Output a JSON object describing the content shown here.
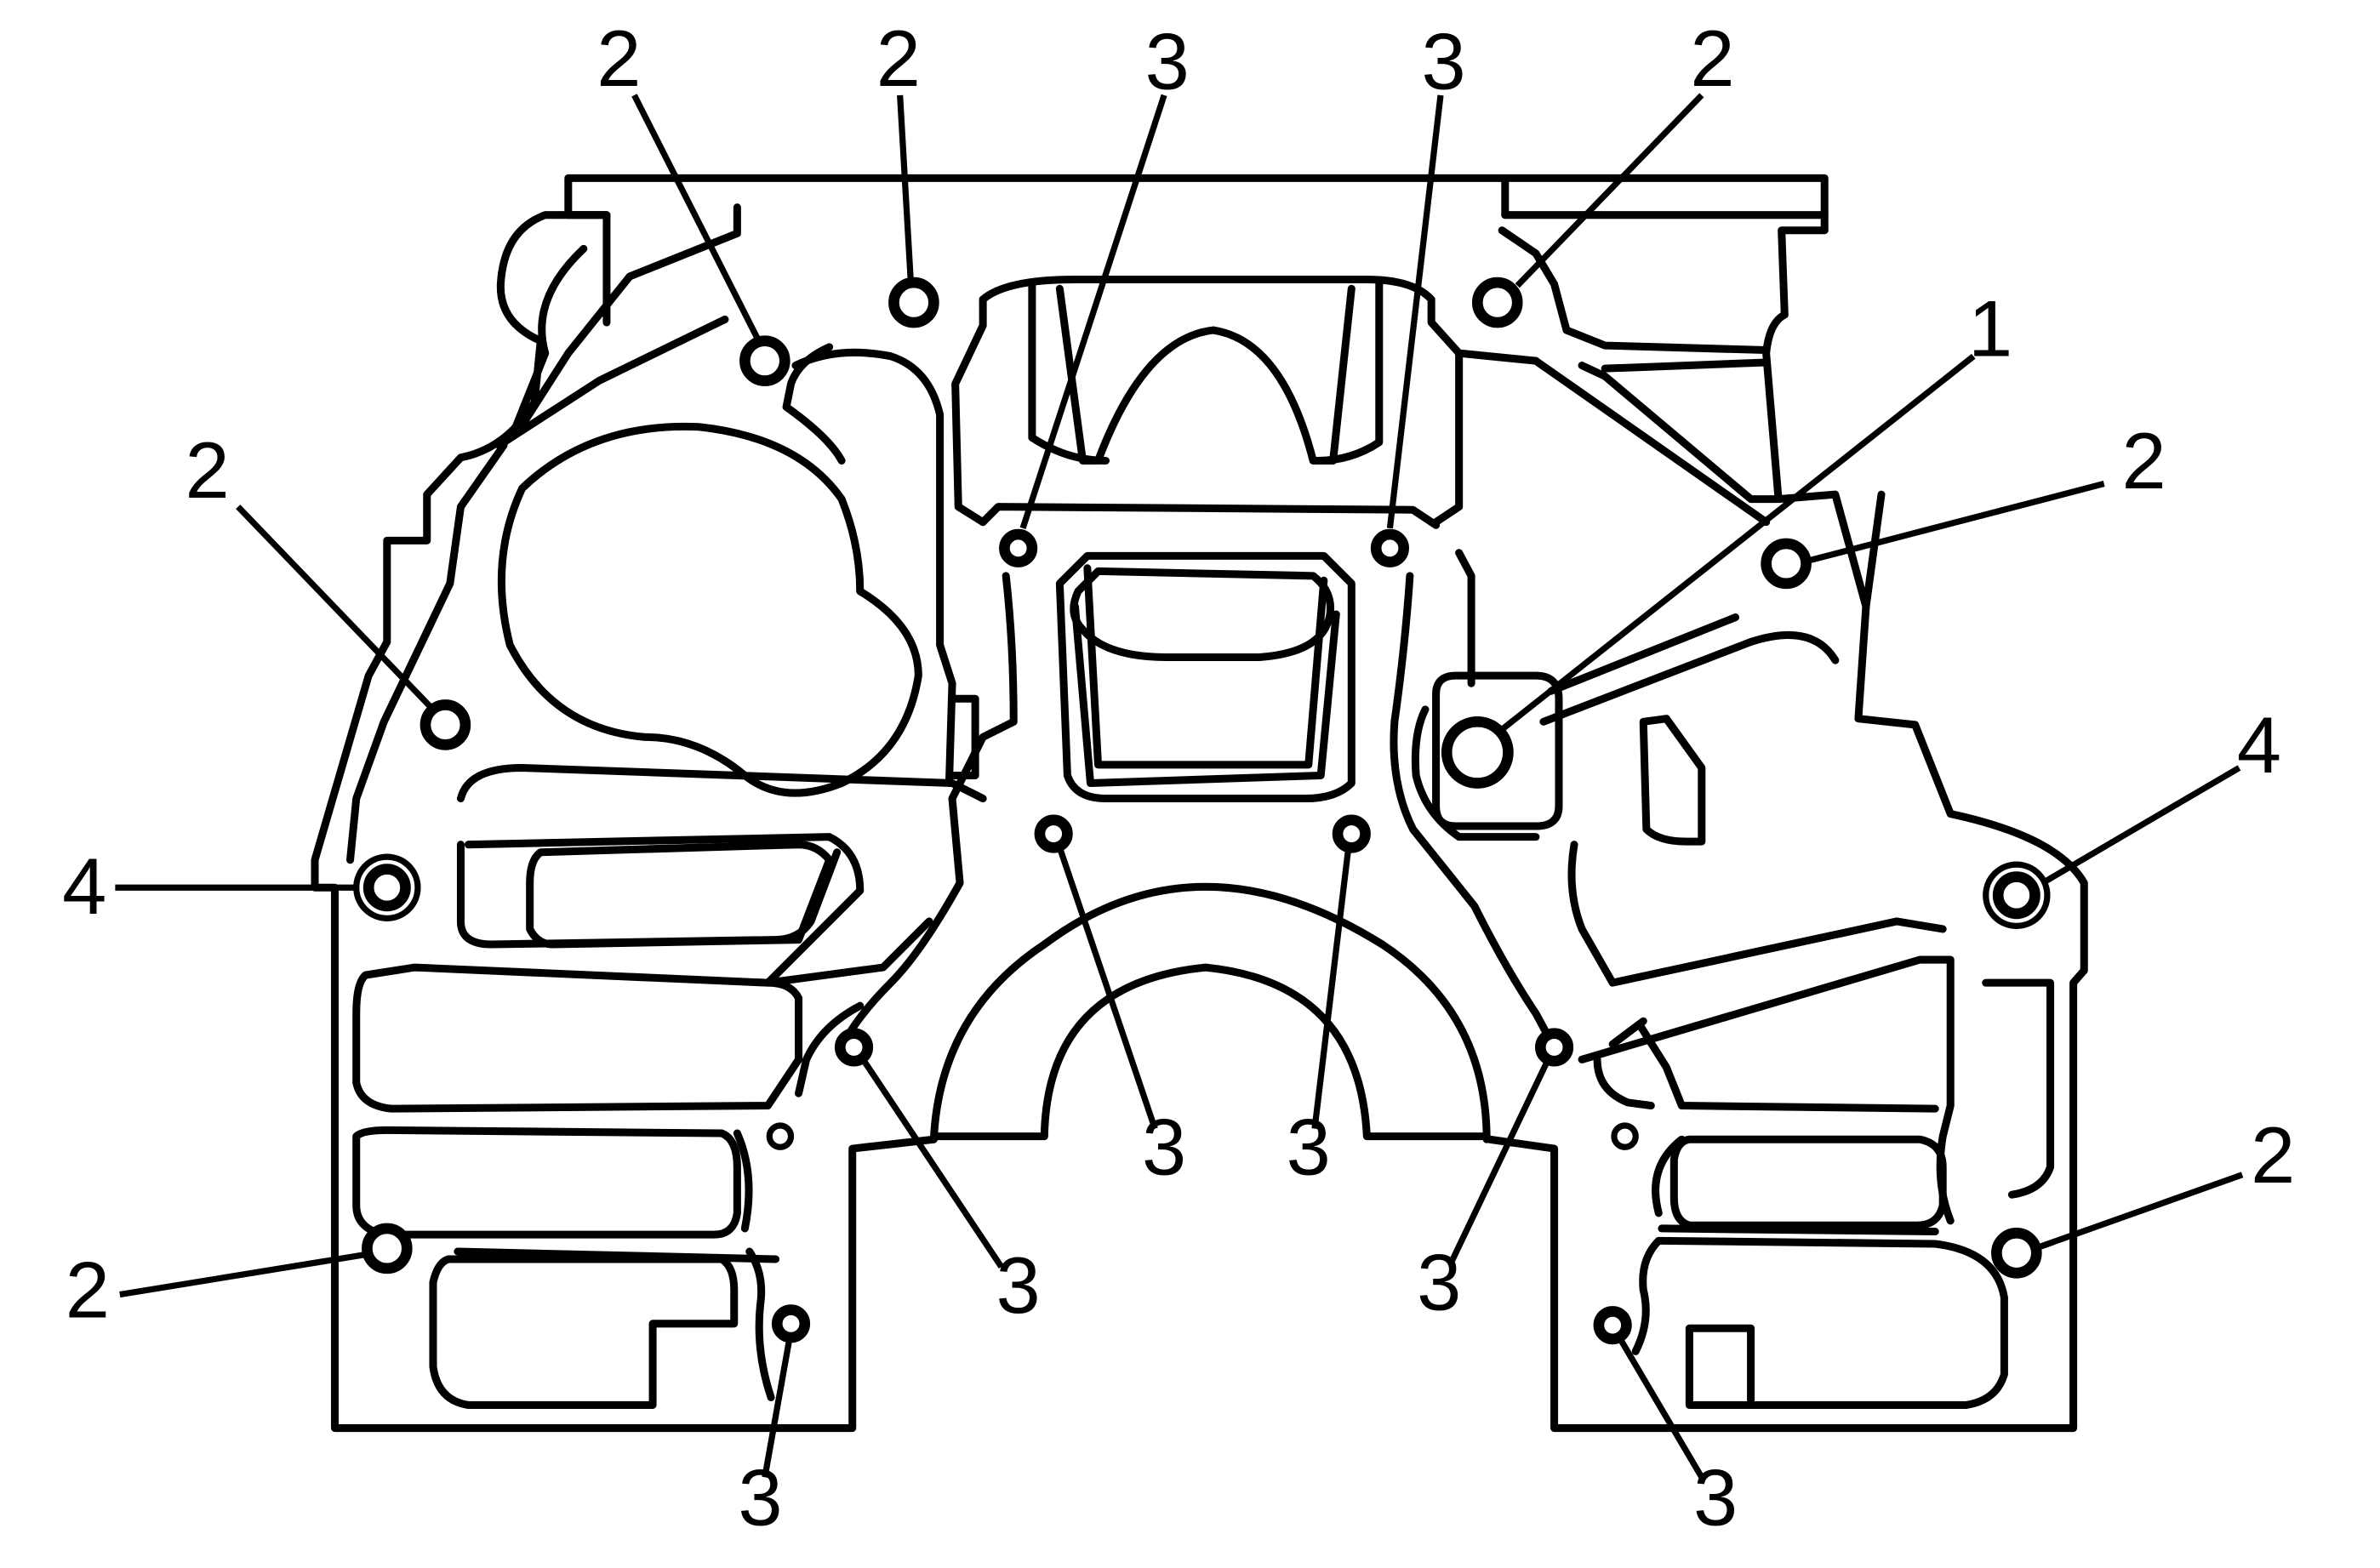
{
  "diagram": {
    "labels": {
      "c1": "1",
      "c2a": "2",
      "c2b": "2",
      "c2c": "2",
      "c2d": "2",
      "c2e": "2",
      "c2f": "2",
      "c2g": "2",
      "c3a": "3",
      "c3b": "3",
      "c3c": "3",
      "c3d": "3",
      "c3e": "3",
      "c3f": "3",
      "c3g": "3",
      "c3h": "3",
      "c4a": "4",
      "c4b": "4"
    }
  }
}
